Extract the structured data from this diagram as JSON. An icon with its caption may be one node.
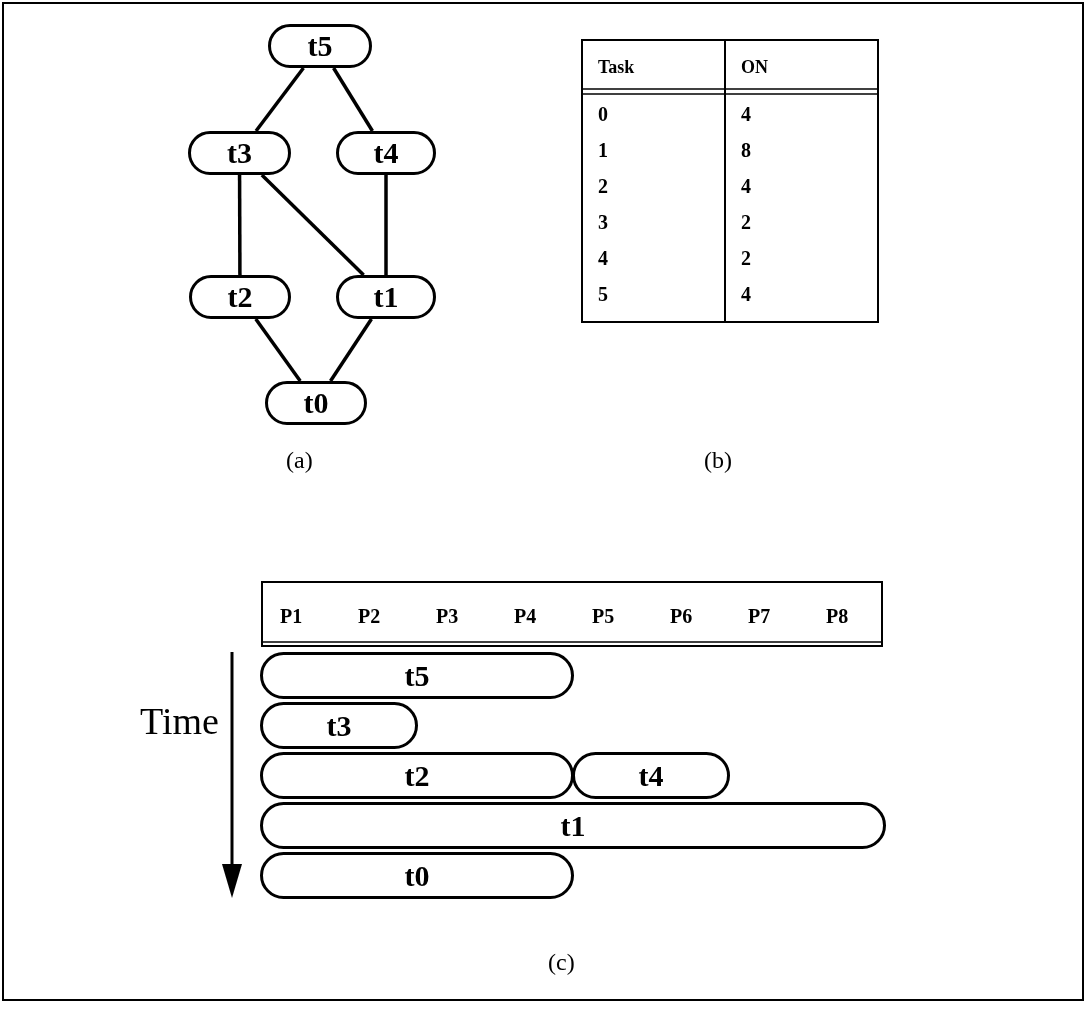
{
  "diagram": {
    "nodes": [
      {
        "text": [
          "t5"
        ]
      },
      {
        "text": [
          "t3"
        ]
      },
      {
        "text": [
          "t4"
        ]
      },
      {
        "text": [
          "t2"
        ]
      },
      {
        "text": [
          "t1"
        ]
      },
      {
        "text": [
          "t0"
        ]
      },
      {
        "text": [
          "t5"
        ]
      },
      {
        "text": [
          "t3"
        ]
      },
      {
        "text": [
          "t2"
        ]
      },
      {
        "text": [
          "t4"
        ]
      },
      {
        "text": [
          "t1"
        ]
      },
      {
        "text": [
          "t0"
        ]
      }
    ],
    "edges": [
      {
        "from": 0,
        "to": 1,
        "arrow": "none"
      },
      {
        "from": 0,
        "to": 2,
        "arrow": "none"
      },
      {
        "from": 1,
        "to": 3,
        "arrow": "none"
      },
      {
        "from": 1,
        "to": 4,
        "arrow": "none"
      },
      {
        "from": 2,
        "to": 4,
        "arrow": "none"
      },
      {
        "from": 3,
        "to": 5,
        "arrow": "none"
      },
      {
        "from": 4,
        "to": 5,
        "arrow": "none"
      }
    ],
    "labels": [
      "Task",
      "ON",
      "0",
      "4",
      "1",
      "8",
      "2",
      "4",
      "3",
      "2",
      "4",
      "2",
      "5",
      "4",
      "(a)",
      "(b)",
      "P1",
      "P2",
      "P3",
      "P4",
      "P5",
      "P6",
      "P7",
      "P8",
      "Time",
      "(c)"
    ]
  }
}
